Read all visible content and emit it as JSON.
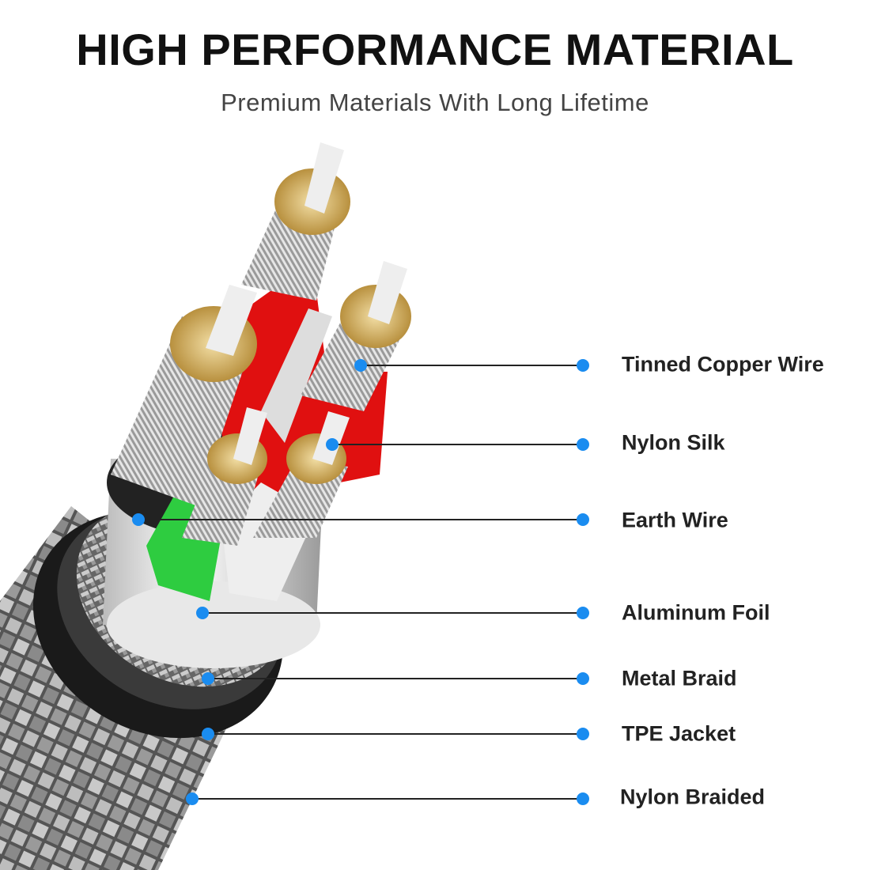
{
  "header": {
    "title": "HIGH PERFORMANCE MATERIAL",
    "subtitle": "Premium Materials With Long Lifetime"
  },
  "callouts": [
    {
      "label": "Tinned Copper Wire"
    },
    {
      "label": "Nylon Silk"
    },
    {
      "label": "Earth Wire"
    },
    {
      "label": "Aluminum Foil"
    },
    {
      "label": "Metal Braid"
    },
    {
      "label": "TPE Jacket"
    },
    {
      "label": "Nylon Braided"
    }
  ],
  "colors": {
    "dot": "#1a8cf0",
    "line": "#222222",
    "wire_red": "#e01010",
    "wire_green": "#2ecc40",
    "copper": "#d9b66a"
  }
}
